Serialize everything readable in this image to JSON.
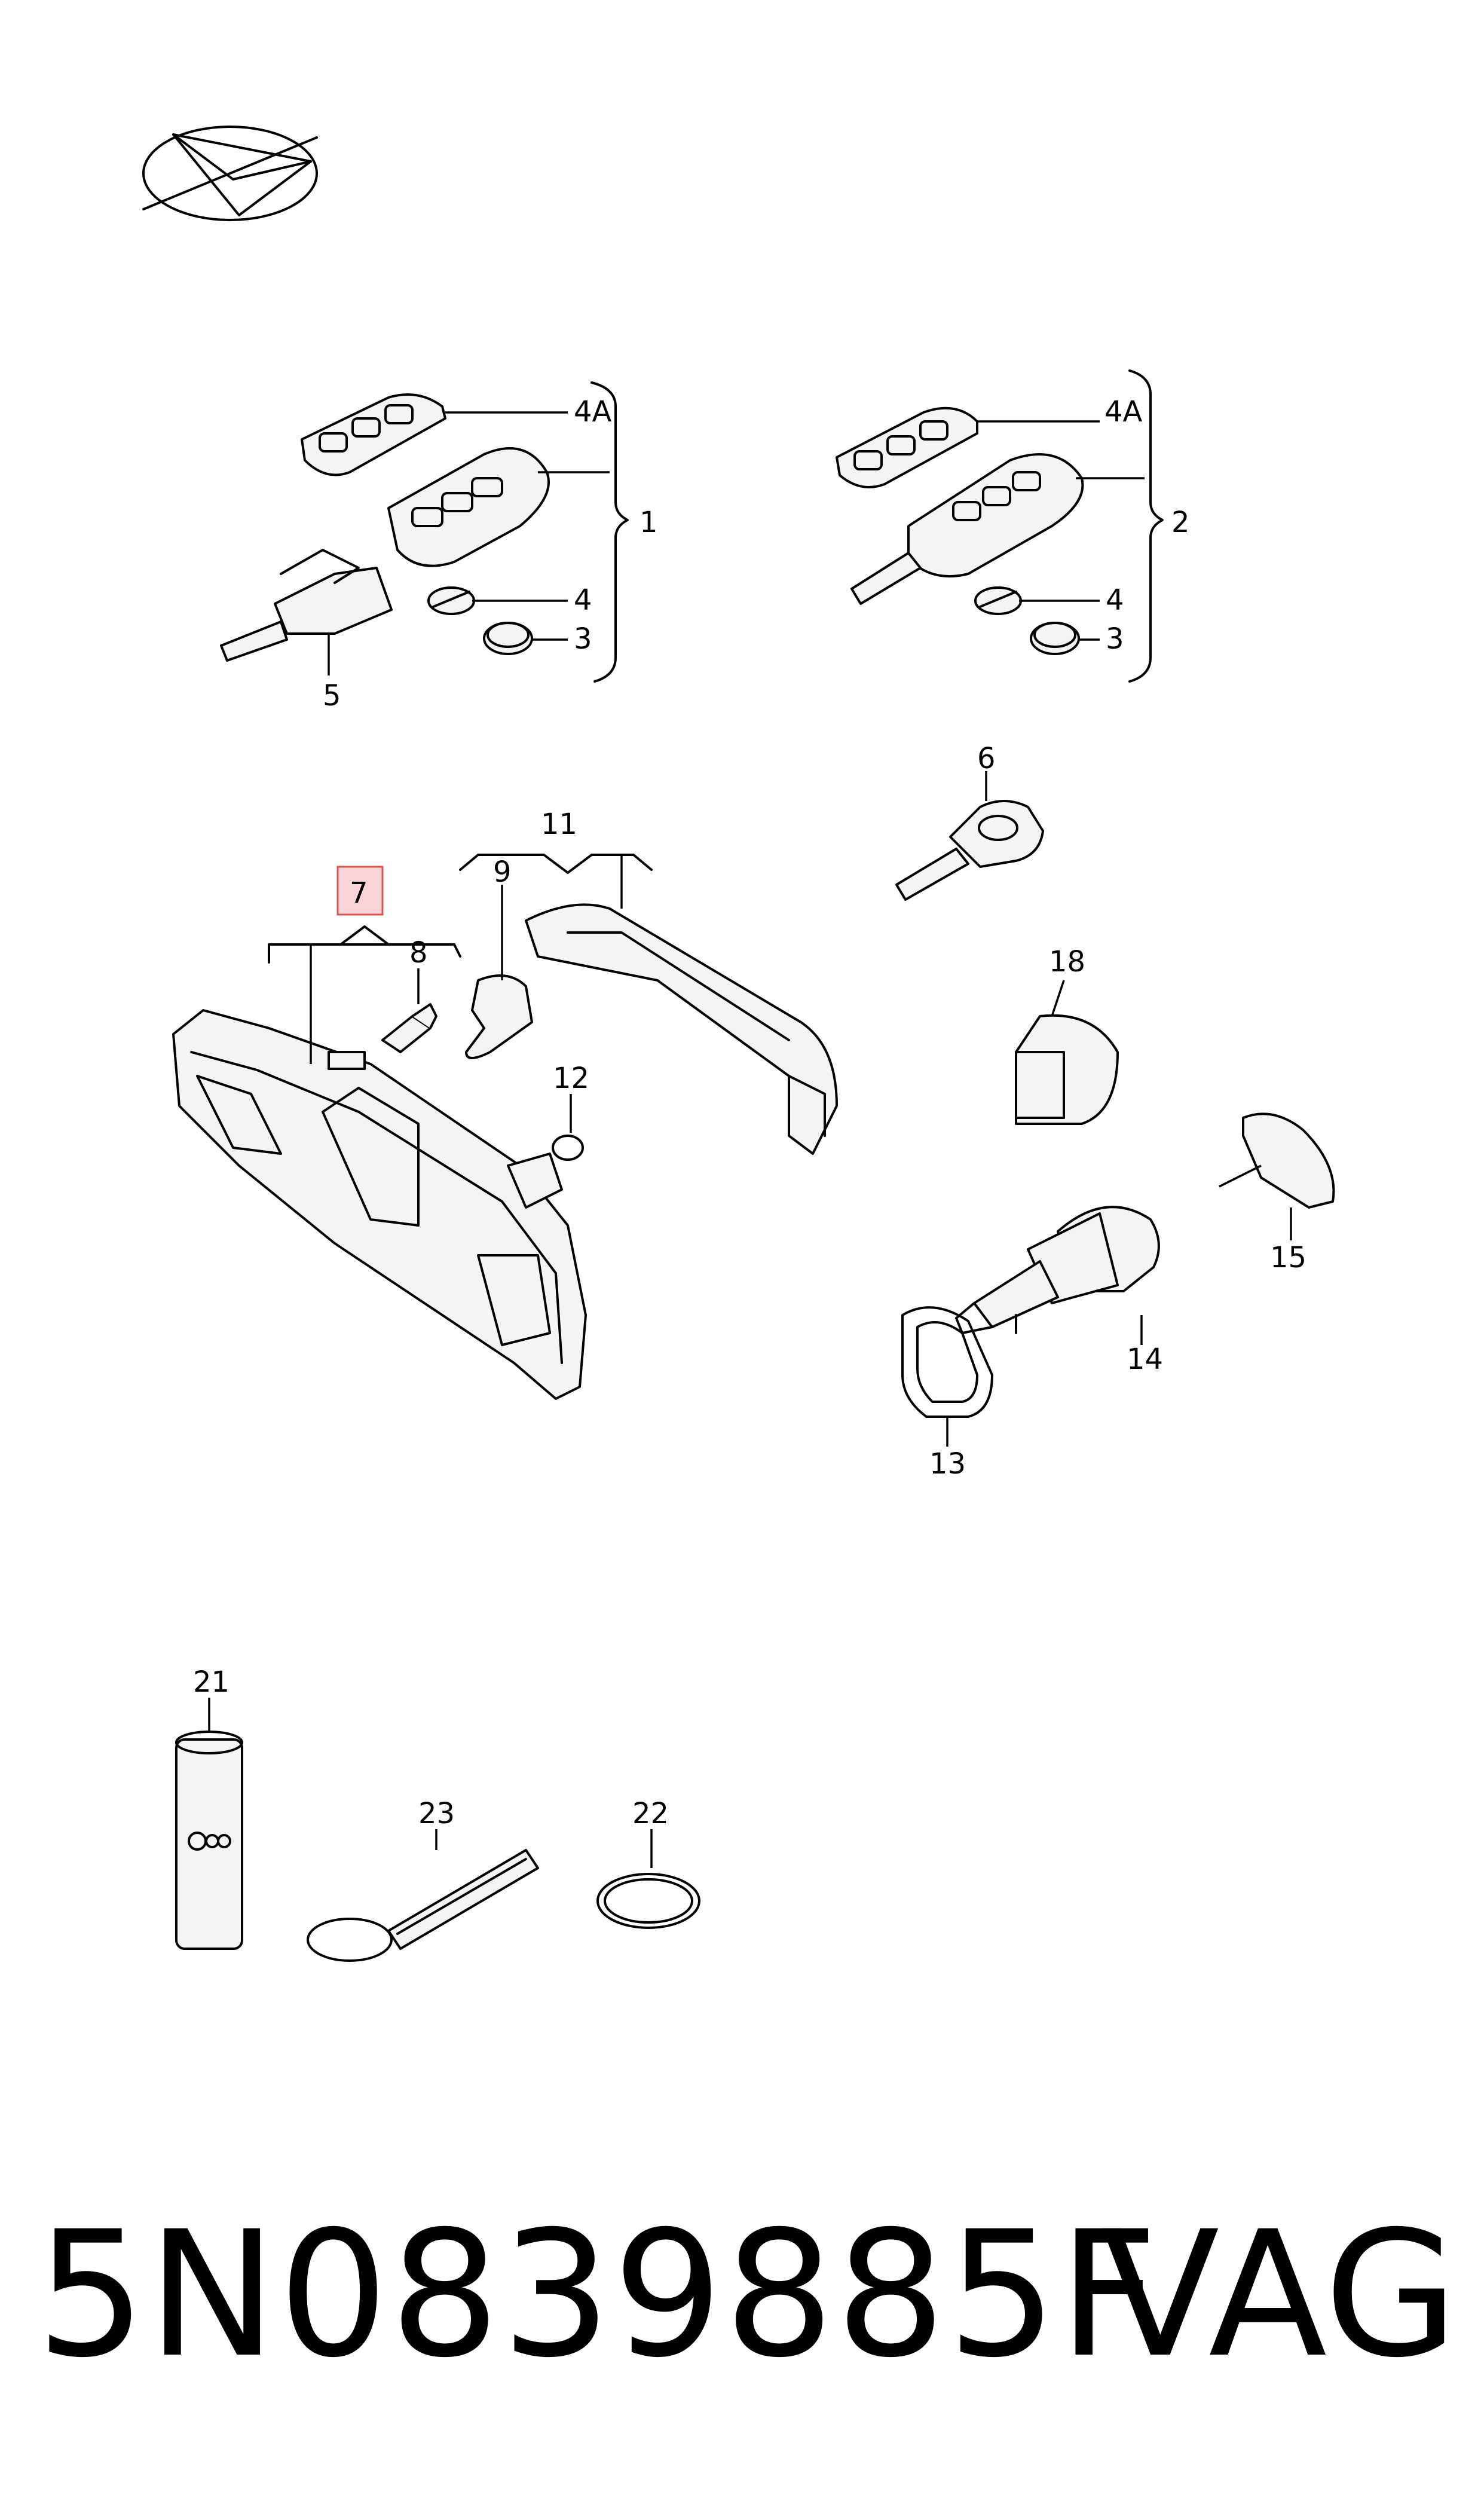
{
  "callouts": {
    "c1": "1",
    "c2": "2",
    "c3a": "3",
    "c3b": "3",
    "c4a": "4",
    "c4b": "4",
    "c4Aa": "4A",
    "c4Ab": "4A",
    "c5": "5",
    "c6": "6",
    "c7": "7",
    "c8": "8",
    "c9": "9",
    "c11": "11",
    "c12": "12",
    "c13": "13",
    "c14": "14",
    "c15": "15",
    "c18": "18",
    "c21": "21",
    "c22": "22",
    "c23": "23"
  },
  "footer": {
    "part_number": "5N0839885F",
    "brand": "VAG"
  },
  "colors": {
    "highlight_fill": "#f9d3d8",
    "highlight_stroke": "#d9534f"
  },
  "icons": {
    "compass": "paper-plane-in-ellipse-icon"
  }
}
